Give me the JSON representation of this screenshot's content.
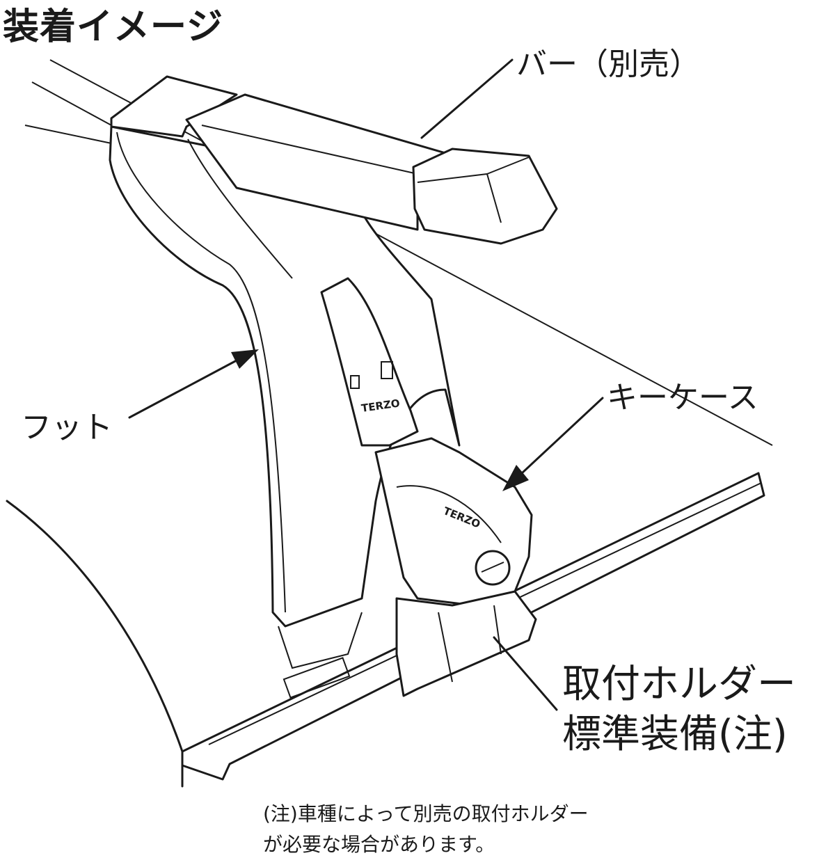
{
  "title": "装着イメージ",
  "labels": {
    "bar": "バー（別売）",
    "foot": "フット",
    "key_case": "キーケース",
    "holder_line1": "取付ホルダー",
    "holder_line2": "標準装備(注)"
  },
  "note": {
    "line1": "(注)車種によって別売の取付ホルダー",
    "line2": "が必要な場合があります。"
  },
  "brand_marks": [
    "TERZO",
    "TERZO"
  ],
  "colors": {
    "ink": "#1a1a1a",
    "background": "#ffffff"
  }
}
